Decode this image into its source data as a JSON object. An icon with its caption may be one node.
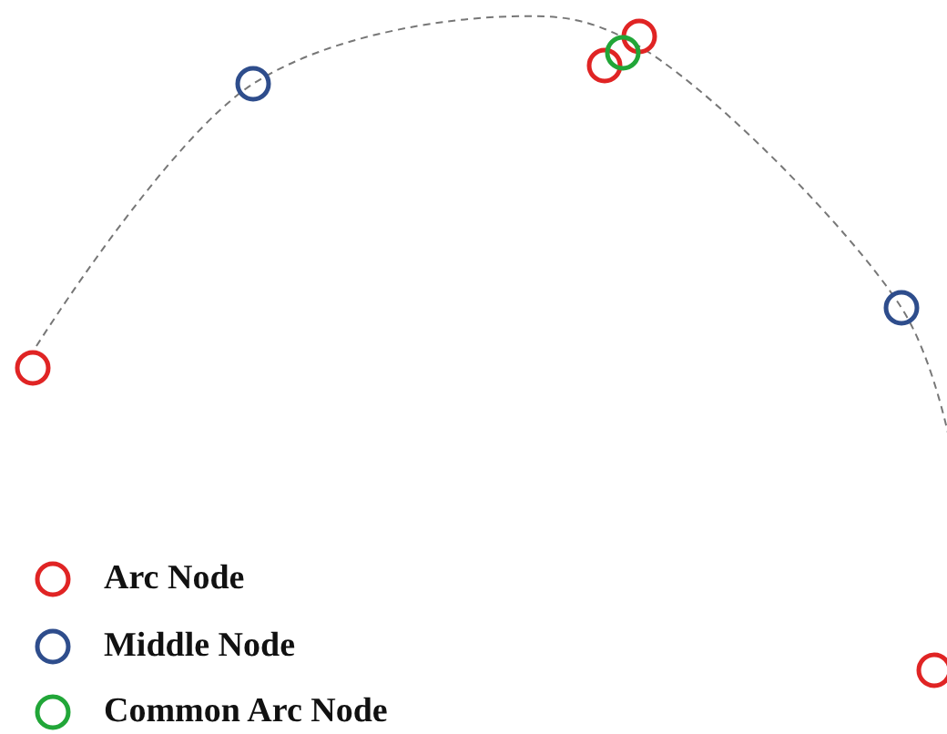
{
  "diagram": {
    "legend": [
      {
        "text": "Arc Node",
        "color": "#e02424"
      },
      {
        "text": "Middle Node",
        "color": "#2e4d8c"
      },
      {
        "text": "Common Arc Node",
        "color": "#21a638"
      }
    ]
  }
}
